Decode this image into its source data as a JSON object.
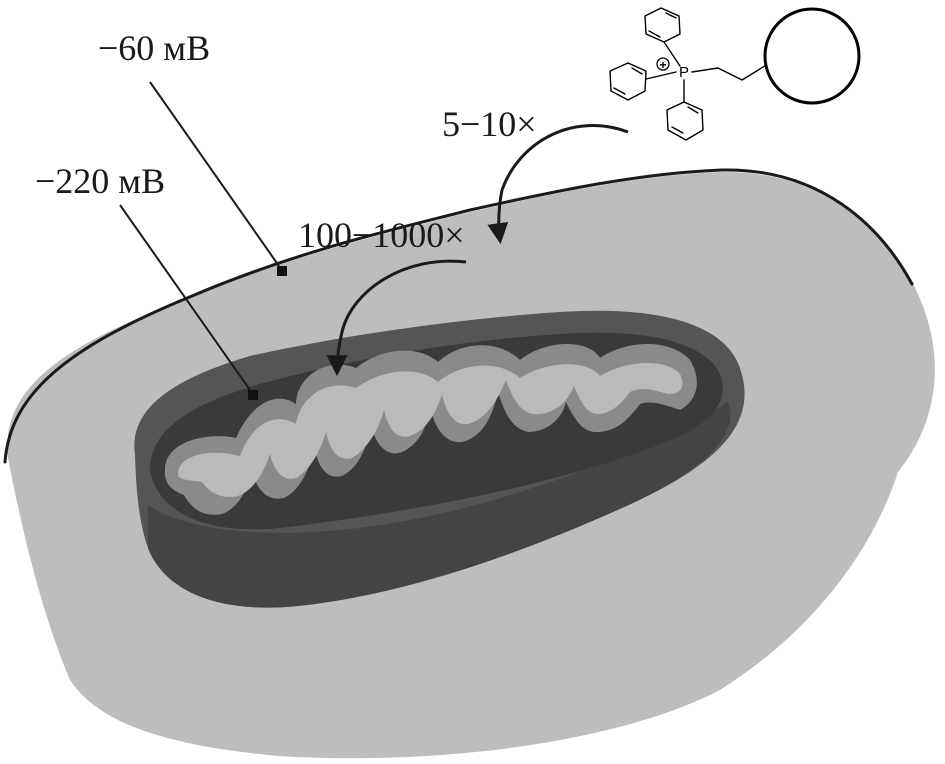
{
  "labels": {
    "cytosol_potential": "−60 мВ",
    "matrix_potential": "−220 мВ",
    "cell_accumulation": "5−10×",
    "mito_accumulation": "100−1000×",
    "phosphorus": "P",
    "positive_charge": "+"
  },
  "colors": {
    "cytoplasm": "#bdbdbd",
    "outer_membrane": "#555555",
    "intermembrane_band": "#444444",
    "matrix_dark": "#3a3a3a",
    "inner_membrane": "#8a8a8a",
    "cristae_space": "#bababa",
    "outline": "#1a1a1a"
  },
  "structure": {
    "cation": "triphenylphosphonium",
    "phenyl_rings": 3,
    "cargo": "circle"
  }
}
